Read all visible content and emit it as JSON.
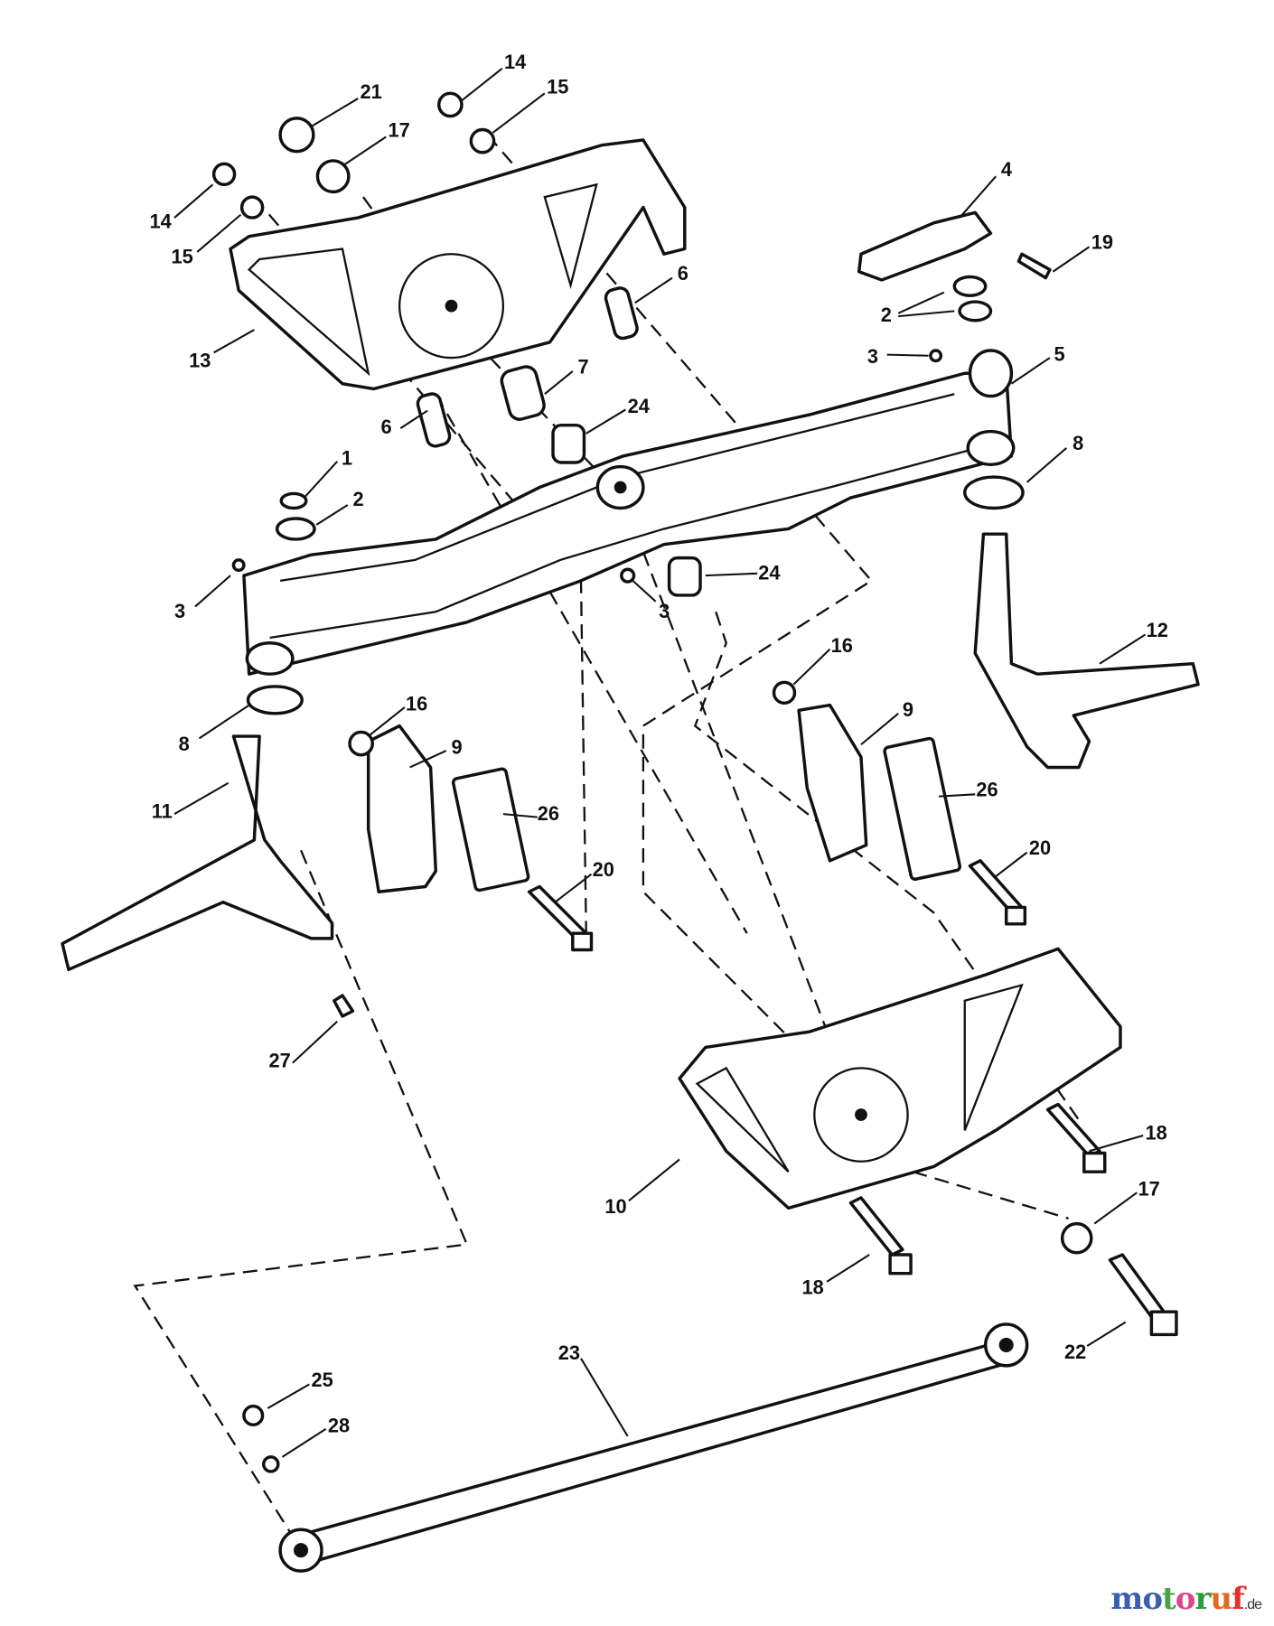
{
  "diagram": {
    "callouts": {
      "c14a": "14",
      "c21": "21",
      "c15a": "15",
      "c17a": "17",
      "c14b": "14",
      "c15b": "15",
      "c13": "13",
      "c4": "4",
      "c19": "19",
      "c6a": "6",
      "c2a": "2",
      "c3a": "3",
      "c5": "5",
      "c7": "7",
      "c24a": "24",
      "c6b": "6",
      "c1": "1",
      "c8a": "8",
      "c2b": "2",
      "c3b": "3",
      "c24b": "24",
      "c3c": "3",
      "c12": "12",
      "c16a": "16",
      "c16b": "16",
      "c9a": "9",
      "c8b": "8",
      "c9b": "9",
      "c26a": "26",
      "c11": "11",
      "c26b": "26",
      "c20a": "20",
      "c20b": "20",
      "c27": "27",
      "c18a": "18",
      "c10": "10",
      "c17b": "17",
      "c18b": "18",
      "c22": "22",
      "c25": "25",
      "c23": "23",
      "c28": "28"
    }
  },
  "watermark": {
    "brand": "motoruf",
    "tld": ".de",
    "letter_colors": [
      "#3a5fb0",
      "#3a5fb0",
      "#46a546",
      "#e0458a",
      "#2f9a3a",
      "#e06a1e",
      "#e3302b",
      "#f2b400"
    ]
  }
}
